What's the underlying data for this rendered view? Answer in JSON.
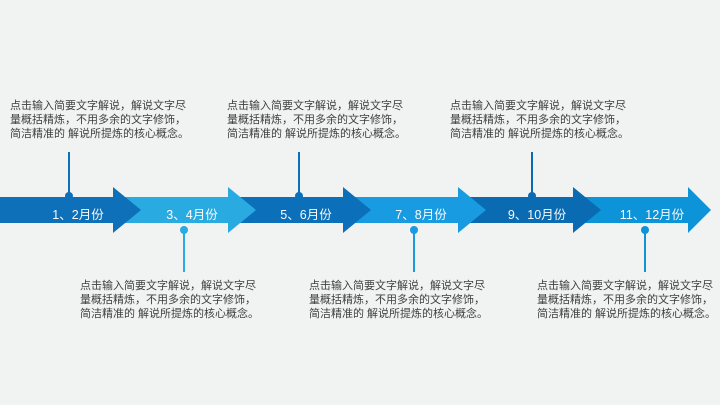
{
  "slide": {
    "background_color": "#f1f2f2",
    "text_color": "#3f3f3f",
    "timeline": {
      "months": [
        {
          "label": "1、2月份",
          "color": "#0d70b8",
          "callout_direction": "up"
        },
        {
          "label": "3、4月份",
          "color": "#29abe2",
          "callout_direction": "down"
        },
        {
          "label": "5、6月份",
          "color": "#0c6fba",
          "callout_direction": "up"
        },
        {
          "label": "7、8月份",
          "color": "#189be0",
          "callout_direction": "down"
        },
        {
          "label": "9、10月份",
          "color": "#0a6bb2",
          "callout_direction": "up"
        },
        {
          "label": "11、12月份",
          "color": "#0d93d8",
          "callout_direction": "down"
        }
      ]
    },
    "annotations": [
      {
        "position": "top-left",
        "lines": [
          "点击输入简要文字解说，解说文字尽",
          "量概括精炼，不用多余的文字修饰，",
          "简洁精准的 解说所提炼的核心概念。"
        ]
      },
      {
        "position": "top-center",
        "lines": [
          "点击输入简要文字解说，解说文字尽",
          "量概括精炼，不用多余的文字修饰，",
          "简洁精准的 解说所提炼的核心概念。"
        ]
      },
      {
        "position": "top-right",
        "lines": [
          "点击输入简要文字解说，解说文字尽",
          "量概括精炼，不用多余的文字修饰，",
          "简洁精准的 解说所提炼的核心概念。"
        ]
      },
      {
        "position": "bottom-left",
        "lines": [
          "点击输入简要文字解说，解说文字尽",
          "量概括精炼，不用多余的文字修饰，",
          "简洁精准的 解说所提炼的核心概念。"
        ]
      },
      {
        "position": "bottom-center",
        "lines": [
          "点击输入简要文字解说，解说文字尽",
          "量概括精炼，不用多余的文字修饰，",
          "简洁精准的 解说所提炼的核心概念。"
        ]
      },
      {
        "position": "bottom-right",
        "lines": [
          "点击输入简要文字解说，解说文字尽",
          "量概括精炼，不用多余的文字修饰，",
          "简洁精准的 解说所提炼的核心概念。"
        ]
      }
    ]
  }
}
